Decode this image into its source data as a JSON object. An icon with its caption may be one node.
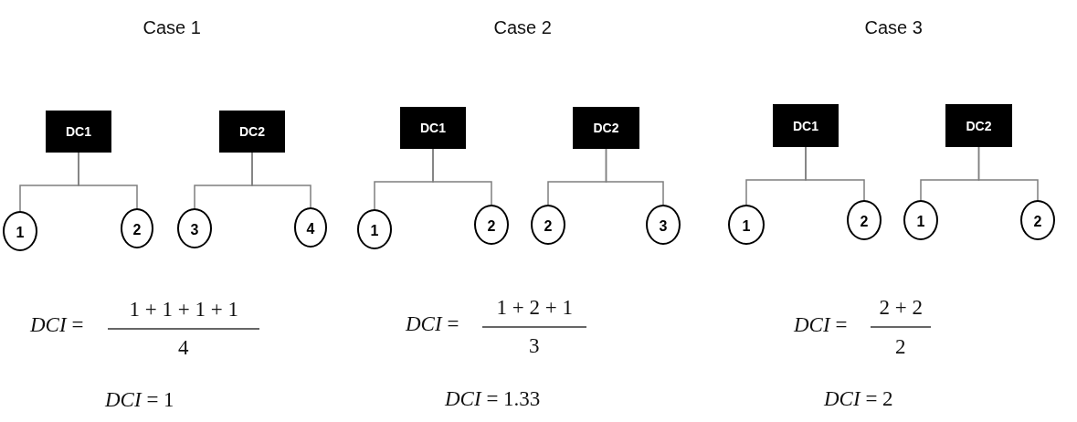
{
  "diagram": {
    "nodes": [
      {
        "text": [
          "DC1"
        ]
      },
      {
        "text": [
          "DC2"
        ]
      },
      {
        "text": [
          "DC1"
        ]
      },
      {
        "text": [
          "DC2"
        ]
      },
      {
        "text": [
          "DC1"
        ]
      },
      {
        "text": [
          "DC2"
        ]
      },
      {
        "text": [
          "1"
        ]
      },
      {
        "text": [
          "2"
        ]
      },
      {
        "text": [
          "3"
        ]
      },
      {
        "text": [
          "4"
        ]
      },
      {
        "text": [
          "1"
        ]
      },
      {
        "text": [
          "2"
        ]
      },
      {
        "text": [
          "2"
        ]
      },
      {
        "text": [
          "3"
        ]
      },
      {
        "text": [
          "1"
        ]
      },
      {
        "text": [
          "2"
        ]
      },
      {
        "text": [
          "1"
        ]
      },
      {
        "text": [
          "2"
        ]
      }
    ],
    "edges": [
      {
        "from": 0,
        "to": 6,
        "arrow": "none"
      },
      {
        "from": 0,
        "to": 7,
        "arrow": "none"
      },
      {
        "from": 1,
        "to": 8,
        "arrow": "none"
      },
      {
        "from": 1,
        "to": 9,
        "arrow": "none"
      },
      {
        "from": 2,
        "to": 10,
        "arrow": "none"
      },
      {
        "from": 2,
        "to": 11,
        "arrow": "none"
      },
      {
        "from": 3,
        "to": 12,
        "arrow": "none"
      },
      {
        "from": 3,
        "to": 13,
        "arrow": "none"
      },
      {
        "from": 4,
        "to": 14,
        "arrow": "none"
      },
      {
        "from": 4,
        "to": 15,
        "arrow": "none"
      },
      {
        "from": 5,
        "to": 16,
        "arrow": "none"
      },
      {
        "from": 5,
        "to": 17,
        "arrow": "none"
      }
    ],
    "labels": [
      "Case 1",
      "Case 2",
      "Case 3",
      "*DCI* =",
      "1 + 1 + 1 + 1",
      "4",
      "*DCI* =",
      "1 + 2 + 1",
      "3",
      "*DCI* =",
      "2 + 2",
      "2",
      "*DCI* = 1",
      "*DCI* = 1.33",
      "*DCI* = 2"
    ]
  }
}
